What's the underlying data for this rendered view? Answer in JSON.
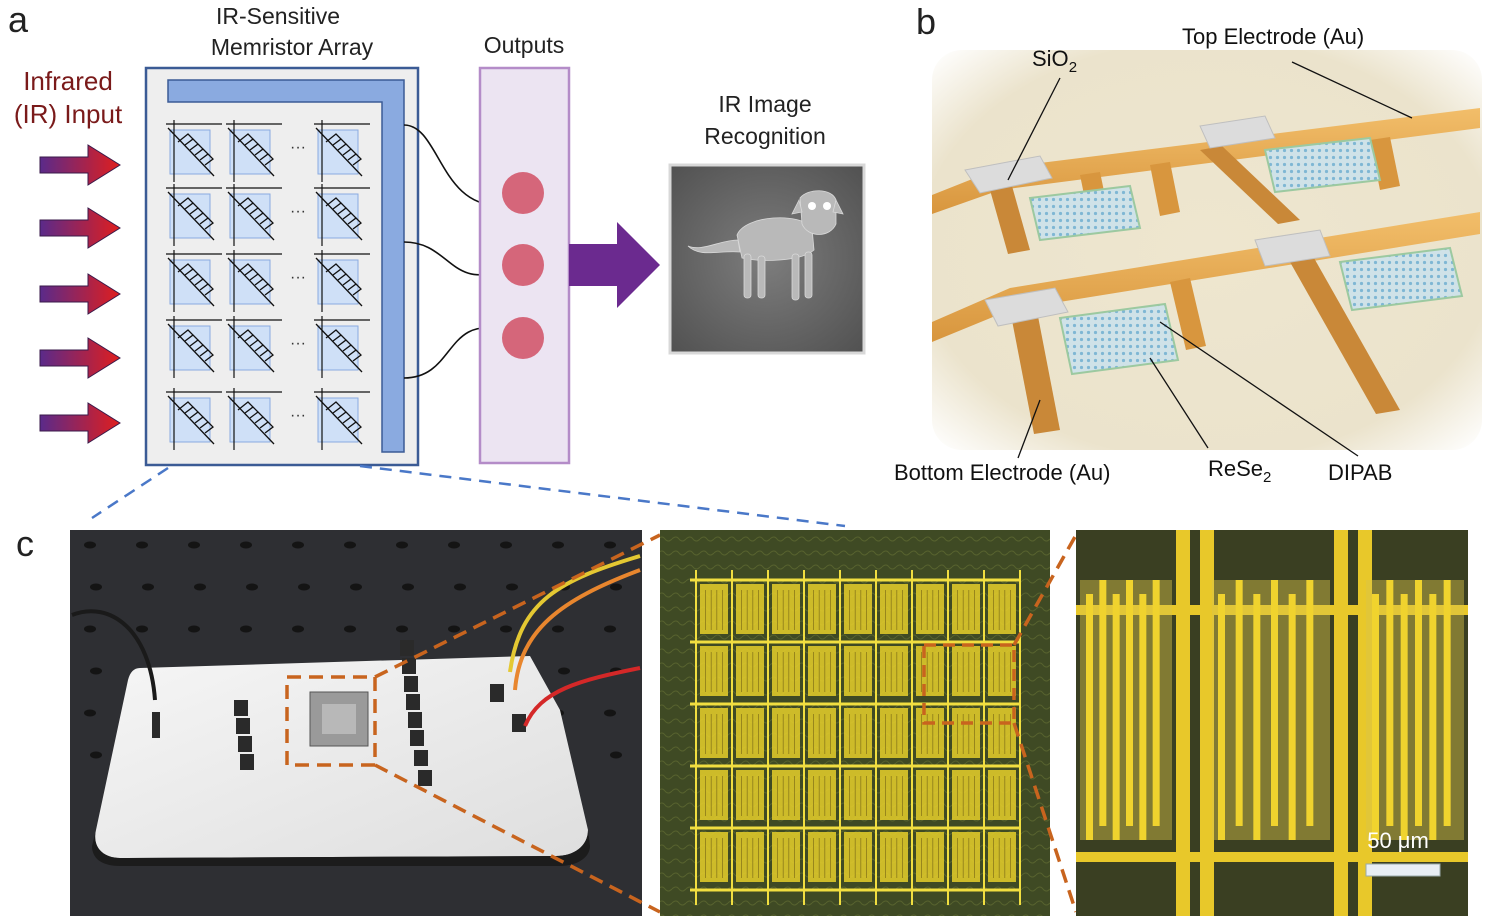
{
  "panels": {
    "a": {
      "letter": "a",
      "input_label_line1": "Infrared",
      "input_label_line2": "(IR) Input",
      "array_title_line1": "IR-Sensitive",
      "array_title_line2": "Memristor Array",
      "outputs_title": "Outputs",
      "recognition_line1": "IR Image",
      "recognition_line2": "Recognition",
      "ellipsis": "···"
    },
    "b": {
      "letter": "b",
      "label_sio2": "SiO",
      "label_sio2_sub": "2",
      "label_top_electrode": "Top Electrode (Au)",
      "label_bottom_electrode": "Bottom Electrode (Au)",
      "label_rese2": "ReSe",
      "label_rese2_sub": "2",
      "label_dipab": "DIPAB"
    },
    "c": {
      "letter": "c",
      "scale_bar": "50 μm"
    }
  },
  "colors": {
    "input_text": "#7a1a1a",
    "array_border": "#3b5b95",
    "array_bar": "#8aaae0",
    "outputs_border": "#b48cc8",
    "outputs_fill": "#ece4f2",
    "output_node": "#d5667a",
    "big_arrow": "#6b2a8f",
    "callout_blue": "#4a78c8",
    "callout_orange": "#c8641e",
    "gold": "#e2a650"
  }
}
